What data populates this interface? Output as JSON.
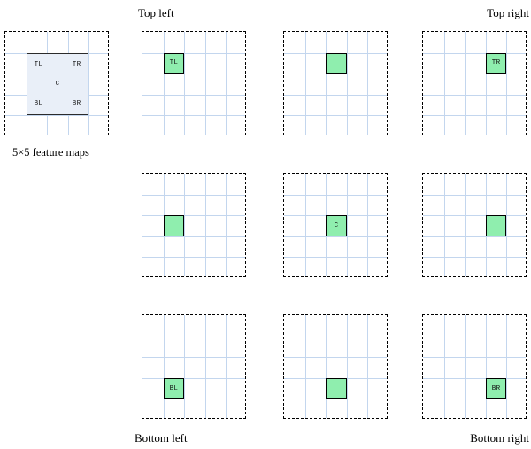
{
  "figure": {
    "title_labels": {
      "top_left": "Top left",
      "top_right": "Top right",
      "bottom_left": "Bottom left",
      "bottom_right": "Bottom right"
    },
    "reference": {
      "caption": "5×5 feature maps",
      "grid_rows": 5,
      "grid_cols": 5,
      "inner_box": {
        "rows": 3,
        "cols": 3,
        "fill_color": "#e9eff8",
        "border_color": "#2b2b2b",
        "labels": {
          "top_left": "TL",
          "top_right": "TR",
          "center": "C",
          "bottom_left": "BL",
          "bottom_right": "BR"
        }
      }
    },
    "colors": {
      "highlight_fill": "#8feeae",
      "highlight_border": "#000000",
      "gridline": "#c3d6ee",
      "panel_border": "#000000",
      "reference_fill": "#e9eff8"
    },
    "panels": [
      {
        "id": "panel-top-left",
        "row": 0,
        "col": 0,
        "grid_rows": 5,
        "grid_cols": 5,
        "highlight_row": 1,
        "highlight_col": 1,
        "label": "TL"
      },
      {
        "id": "panel-top-center",
        "row": 0,
        "col": 1,
        "grid_rows": 5,
        "grid_cols": 5,
        "highlight_row": 1,
        "highlight_col": 2,
        "label": ""
      },
      {
        "id": "panel-top-right",
        "row": 0,
        "col": 2,
        "grid_rows": 5,
        "grid_cols": 5,
        "highlight_row": 1,
        "highlight_col": 3,
        "label": "TR"
      },
      {
        "id": "panel-middle-left",
        "row": 1,
        "col": 0,
        "grid_rows": 5,
        "grid_cols": 5,
        "highlight_row": 2,
        "highlight_col": 1,
        "label": ""
      },
      {
        "id": "panel-center",
        "row": 1,
        "col": 1,
        "grid_rows": 5,
        "grid_cols": 5,
        "highlight_row": 2,
        "highlight_col": 2,
        "label": "C"
      },
      {
        "id": "panel-middle-right",
        "row": 1,
        "col": 2,
        "grid_rows": 5,
        "grid_cols": 5,
        "highlight_row": 2,
        "highlight_col": 3,
        "label": ""
      },
      {
        "id": "panel-bottom-left",
        "row": 2,
        "col": 0,
        "grid_rows": 5,
        "grid_cols": 5,
        "highlight_row": 3,
        "highlight_col": 1,
        "label": "BL"
      },
      {
        "id": "panel-bottom-center",
        "row": 2,
        "col": 1,
        "grid_rows": 5,
        "grid_cols": 5,
        "highlight_row": 3,
        "highlight_col": 2,
        "label": ""
      },
      {
        "id": "panel-bottom-right",
        "row": 2,
        "col": 2,
        "grid_rows": 5,
        "grid_cols": 5,
        "highlight_row": 3,
        "highlight_col": 3,
        "label": "BR"
      }
    ]
  }
}
